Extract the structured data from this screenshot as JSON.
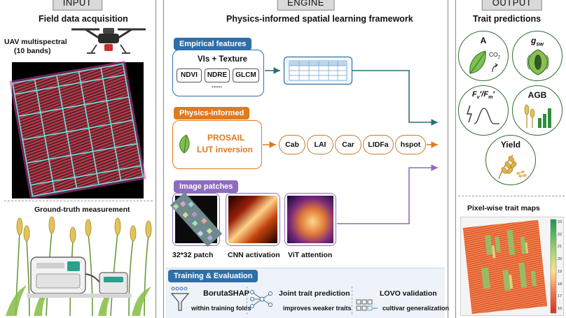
{
  "input": {
    "tab": "INPUT",
    "title": "Field data acquisition",
    "uav_label": "UAV multispectral",
    "uav_bands": "(10 bands)",
    "ground_title": "Ground-truth measurement"
  },
  "engine": {
    "tab": "ENGINE",
    "title": "Physics-informed spatial learning framework",
    "empirical": {
      "label": "Empirical features",
      "box_title": "VIs + Texture",
      "chips": [
        "NDVI",
        "NDRE",
        "GLCM"
      ],
      "more": "......"
    },
    "physics": {
      "label": "Physics-informed",
      "line1": "PROSAIL",
      "line2": "LUT inversion",
      "params": [
        "Cab",
        "LAI",
        "Car",
        "LIDFa",
        "hspot"
      ]
    },
    "patches": {
      "label": "Image patches",
      "items": [
        "32*32 patch",
        "CNN activation",
        "ViT attention"
      ]
    },
    "training": {
      "label": "Training & Evaluation",
      "items": [
        {
          "title": "BorutaSHAP",
          "desc": "within training folds"
        },
        {
          "title": "Joint trait prediction",
          "desc": "improves weaker traits"
        },
        {
          "title": "LOVO validation",
          "desc": "cultivar generalization"
        }
      ]
    }
  },
  "output": {
    "tab": "OUTPUT",
    "title": "Trait predictions",
    "traits": {
      "a": "A",
      "a_sub": "CO",
      "a_sub2": "2",
      "gsw": "g",
      "gsw_sub": "sw",
      "fv": "F",
      "fv_sub": "v",
      "fv_prime": "′/F",
      "fm_sub": "m",
      "fm_prime": "′",
      "agb": "AGB",
      "yield": "Yield"
    },
    "map_title": "Pixel-wise trait maps",
    "colorbar_ticks": [
      "23",
      "22",
      "21",
      "20",
      "19",
      "18",
      "17",
      "16"
    ]
  },
  "colors": {
    "blue": "#2f6fa8",
    "orange": "#e07a1f",
    "purple": "#8e6bbf",
    "green": "#2f6f2f",
    "teal_arrow": "#2b6d7a"
  }
}
